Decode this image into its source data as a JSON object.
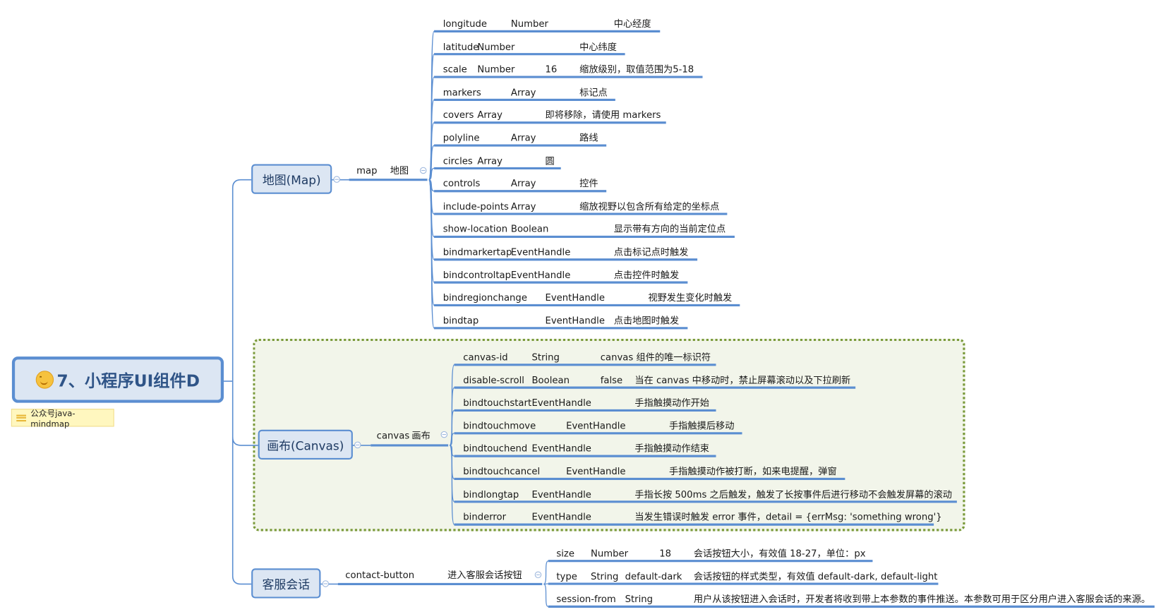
{
  "root": {
    "title": "7、小程序UI组件D",
    "icon": "smile-icon",
    "note": "公众号java-mindmap"
  },
  "colors": {
    "line": "#5b8ed1",
    "topic_fill": "#dce6f3",
    "boundary": "#7a9a3a",
    "boundary_fill": "#f2f5ea",
    "note_fill": "#fff7bf"
  },
  "map": {
    "topic": "地图(Map)",
    "sub": [
      "map",
      "地图"
    ],
    "items": [
      [
        "longitude",
        "Number",
        "",
        "中心经度"
      ],
      [
        "latitude",
        "Number",
        "",
        "中心纬度"
      ],
      [
        "scale",
        "Number",
        "16",
        "缩放级别，取值范围为5-18"
      ],
      [
        "markers",
        "Array",
        "",
        "标记点"
      ],
      [
        "covers",
        "Array",
        "",
        "即将移除，请使用 markers"
      ],
      [
        "polyline",
        "Array",
        "",
        "路线"
      ],
      [
        "circles",
        "Array",
        "",
        "圆"
      ],
      [
        "controls",
        "Array",
        "",
        "控件"
      ],
      [
        "include-points",
        "Array",
        "",
        "缩放视野以包含所有给定的坐标点"
      ],
      [
        "show-location",
        "Boolean",
        "",
        "显示带有方向的当前定位点"
      ],
      [
        "bindmarkertap",
        "EventHandle",
        "",
        "点击标记点时触发"
      ],
      [
        "bindcontroltap",
        "EventHandle",
        "",
        "点击控件时触发"
      ],
      [
        "bindregionchange",
        "EventHandle",
        "",
        "视野发生变化时触发"
      ],
      [
        "bindtap",
        "EventHandle",
        "",
        "点击地图时触发"
      ]
    ]
  },
  "canvas": {
    "topic": "画布(Canvas)",
    "sub": [
      "canvas",
      "画布"
    ],
    "items": [
      [
        "canvas-id",
        "String",
        "",
        "canvas 组件的唯一标识符"
      ],
      [
        "disable-scroll",
        "Boolean",
        "false",
        "当在 canvas 中移动时，禁止屏幕滚动以及下拉刷新"
      ],
      [
        "bindtouchstart",
        "EventHandle",
        "",
        "手指触摸动作开始"
      ],
      [
        "bindtouchmove",
        "EventHandle",
        "",
        "手指触摸后移动"
      ],
      [
        "bindtouchend",
        "EventHandle",
        "",
        "手指触摸动作结束"
      ],
      [
        "bindtouchcancel",
        "EventHandle",
        "",
        "手指触摸动作被打断，如来电提醒，弹窗"
      ],
      [
        "bindlongtap",
        "EventHandle",
        "",
        "手指长按 500ms 之后触发，触发了长按事件后进行移动不会触发屏幕的滚动"
      ],
      [
        "binderror",
        "EventHandle",
        "",
        "当发生错误时触发 error 事件，detail = {errMsg: 'something wrong'}"
      ]
    ]
  },
  "contact": {
    "topic": "客服会话",
    "sub": [
      "contact-button",
      "进入客服会话按钮"
    ],
    "items": [
      [
        "size",
        "Number",
        "18",
        "会话按钮大小，有效值 18-27，单位：px"
      ],
      [
        "type",
        "String",
        "default-dark",
        "会话按钮的样式类型，有效值 default-dark, default-light"
      ],
      [
        "session-from",
        "String",
        "",
        "用户从该按钮进入会话时，开发者将收到带上本参数的事件推送。本参数可用于区分用户进入客服会话的来源。"
      ]
    ]
  }
}
